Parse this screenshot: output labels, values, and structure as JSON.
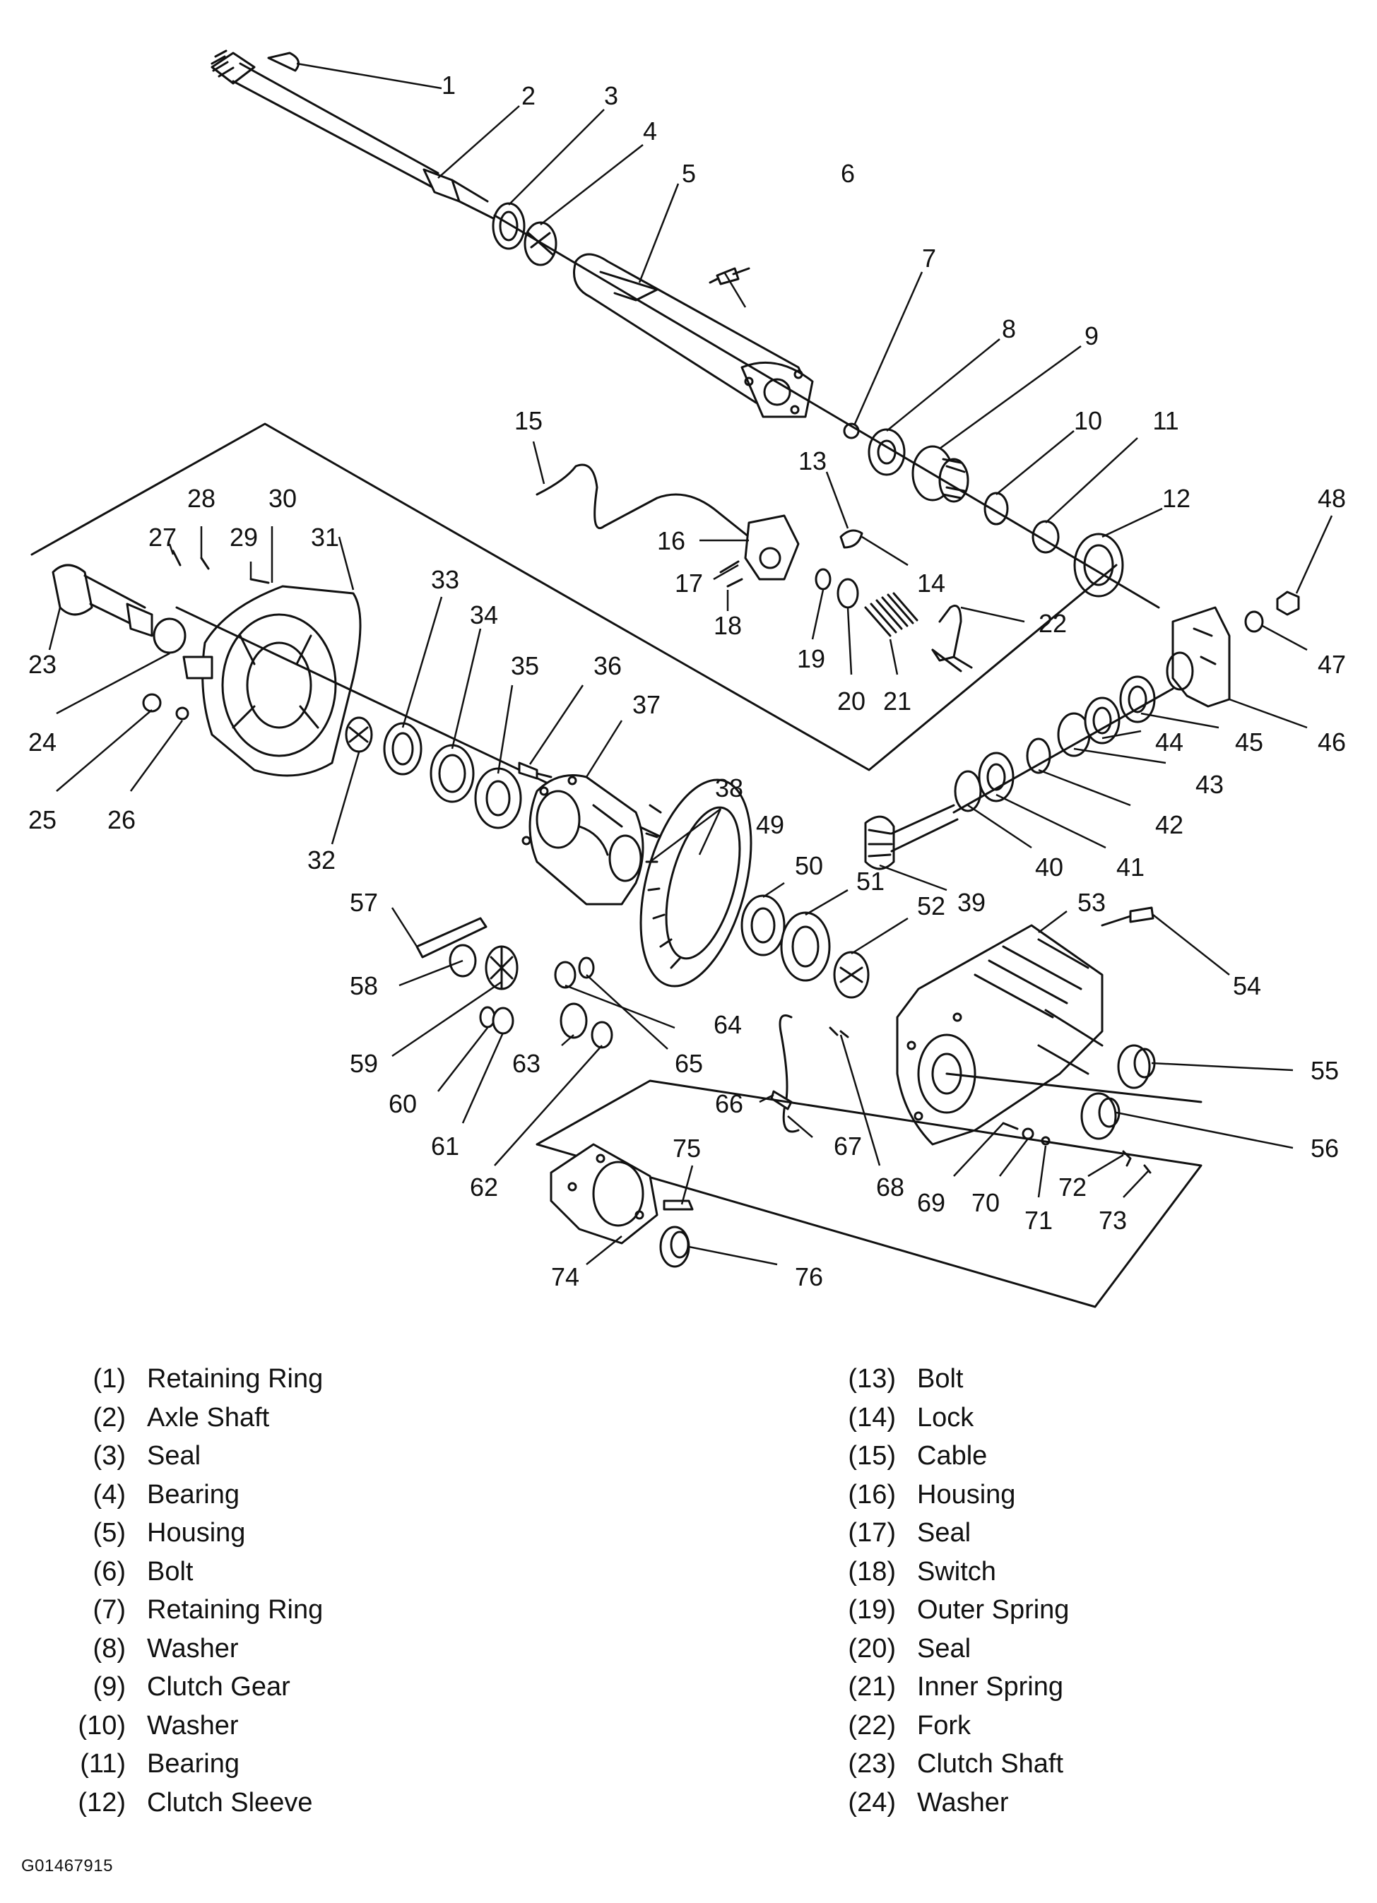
{
  "callouts": [
    "1",
    "2",
    "3",
    "4",
    "5",
    "6",
    "7",
    "8",
    "9",
    "10",
    "11",
    "12",
    "13",
    "14",
    "15",
    "16",
    "17",
    "18",
    "19",
    "20",
    "21",
    "22",
    "23",
    "24",
    "25",
    "26",
    "27",
    "28",
    "29",
    "30",
    "31",
    "32",
    "33",
    "34",
    "35",
    "36",
    "37",
    "38",
    "39",
    "40",
    "41",
    "42",
    "43",
    "44",
    "45",
    "46",
    "47",
    "48",
    "49",
    "50",
    "51",
    "52",
    "53",
    "54",
    "55",
    "56",
    "57",
    "58",
    "59",
    "60",
    "61",
    "62",
    "63",
    "64",
    "65",
    "66",
    "67",
    "68",
    "69",
    "70",
    "71",
    "72",
    "73",
    "74",
    "75",
    "76"
  ],
  "legend": {
    "left": [
      {
        "num": "(1)",
        "name": "Retaining Ring"
      },
      {
        "num": "(2)",
        "name": "Axle Shaft"
      },
      {
        "num": "(3)",
        "name": "Seal"
      },
      {
        "num": "(4)",
        "name": "Bearing"
      },
      {
        "num": "(5)",
        "name": "Housing"
      },
      {
        "num": "(6)",
        "name": "Bolt"
      },
      {
        "num": "(7)",
        "name": "Retaining Ring"
      },
      {
        "num": "(8)",
        "name": "Washer"
      },
      {
        "num": "(9)",
        "name": "Clutch Gear"
      },
      {
        "num": "(10)",
        "name": "Washer"
      },
      {
        "num": "(11)",
        "name": "Bearing"
      },
      {
        "num": "(12)",
        "name": "Clutch Sleeve"
      }
    ],
    "right": [
      {
        "num": "(13)",
        "name": "Bolt"
      },
      {
        "num": "(14)",
        "name": "Lock"
      },
      {
        "num": "(15)",
        "name": "Cable"
      },
      {
        "num": "(16)",
        "name": "Housing"
      },
      {
        "num": "(17)",
        "name": "Seal"
      },
      {
        "num": "(18)",
        "name": "Switch"
      },
      {
        "num": "(19)",
        "name": "Outer Spring"
      },
      {
        "num": "(20)",
        "name": "Seal"
      },
      {
        "num": "(21)",
        "name": "Inner Spring"
      },
      {
        "num": "(22)",
        "name": "Fork"
      },
      {
        "num": "(23)",
        "name": "Clutch Shaft"
      },
      {
        "num": "(24)",
        "name": "Washer"
      }
    ]
  },
  "figure_id": "G01467915"
}
